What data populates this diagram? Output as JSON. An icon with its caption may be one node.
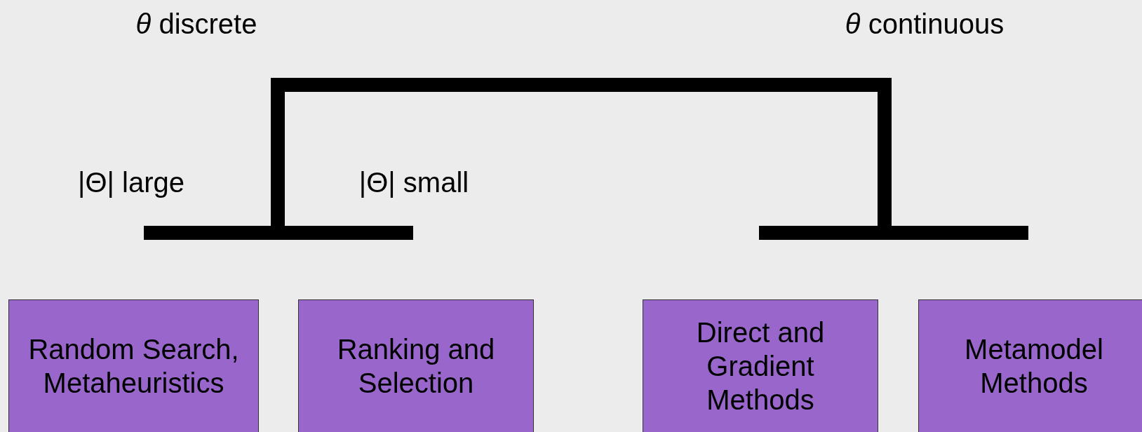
{
  "diagram": {
    "nodes": [
      {
        "text": [],
        "shape": "bar"
      },
      {
        "text": [],
        "shape": "bar"
      },
      {
        "text": [
          "Random Search, Metaheuristics"
        ]
      },
      {
        "text": [
          "Ranking and Selection"
        ]
      },
      {
        "text": [
          "Direct and Gradient Methods"
        ]
      },
      {
        "text": [
          "Metamodel Methods"
        ]
      }
    ],
    "edges": [
      {
        "from": 0,
        "to": 1,
        "arrow": "none"
      }
    ],
    "labels": [
      "*θ* discrete",
      "*θ* continuous",
      "|Θ| large",
      "|Θ| small"
    ]
  }
}
